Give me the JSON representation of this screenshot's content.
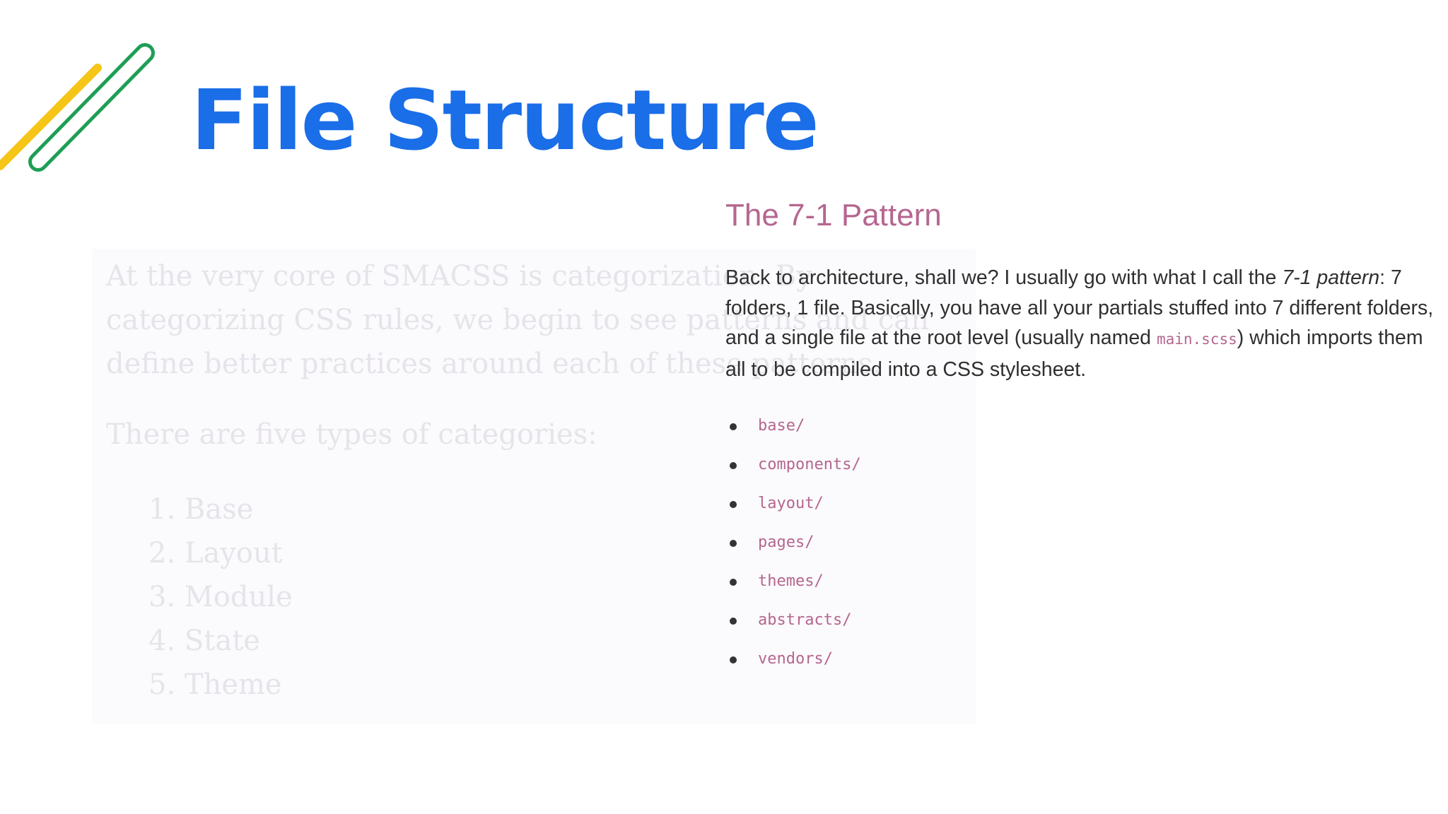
{
  "slide": {
    "title": "File Structure"
  },
  "background_screenshot": {
    "paragraph": "At the very core of SMACSS is categorization. By categorizing CSS rules, we begin to see patterns and can define better practices around each of these patterns.",
    "intro": "There are five types of categories:",
    "categories": [
      "1. Base",
      "2. Layout",
      "3. Module",
      "4. State",
      "5. Theme"
    ]
  },
  "foreground_screenshot": {
    "heading": "The 7-1 Pattern",
    "para_before_em": "Back to architecture, shall we? I usually go with what I call the ",
    "para_em": "7-1 pattern",
    "para_after_em": ": 7 folders, 1 file. Basically, you have all your partials stuffed into 7 different folders, and a single file at the root level (usually named ",
    "para_code": "main.scss",
    "para_end": ") which imports them all to be compiled into a CSS stylesheet.",
    "folders": [
      "base/",
      "components/",
      "layout/",
      "pages/",
      "themes/",
      "abstracts/",
      "vendors/"
    ]
  },
  "colors": {
    "title": "#1a6ee8",
    "accent_yellow": "#f5c518",
    "accent_green": "#1e9e55",
    "code_pink": "#b5668f",
    "faded_text": "#e6e4ea"
  },
  "icons": {
    "decoration": "diagonal-stripes-decoration"
  }
}
